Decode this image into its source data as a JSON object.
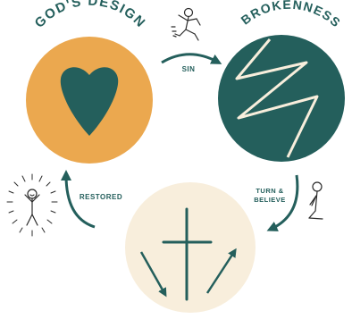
{
  "diagram": {
    "title_left": "GOD'S DESIGN",
    "title_right": "BROKENNESS",
    "arrow_top_label": "SIN",
    "arrow_right_label_line1": "TURN &",
    "arrow_right_label_line2": "BELIEVE",
    "arrow_left_label": "RESTORED"
  },
  "colors": {
    "design": "#eba84f",
    "brokenness": "#245f5c",
    "restored": "#f8eedc",
    "ink": "#245f5c",
    "line": "#f8eedc"
  }
}
